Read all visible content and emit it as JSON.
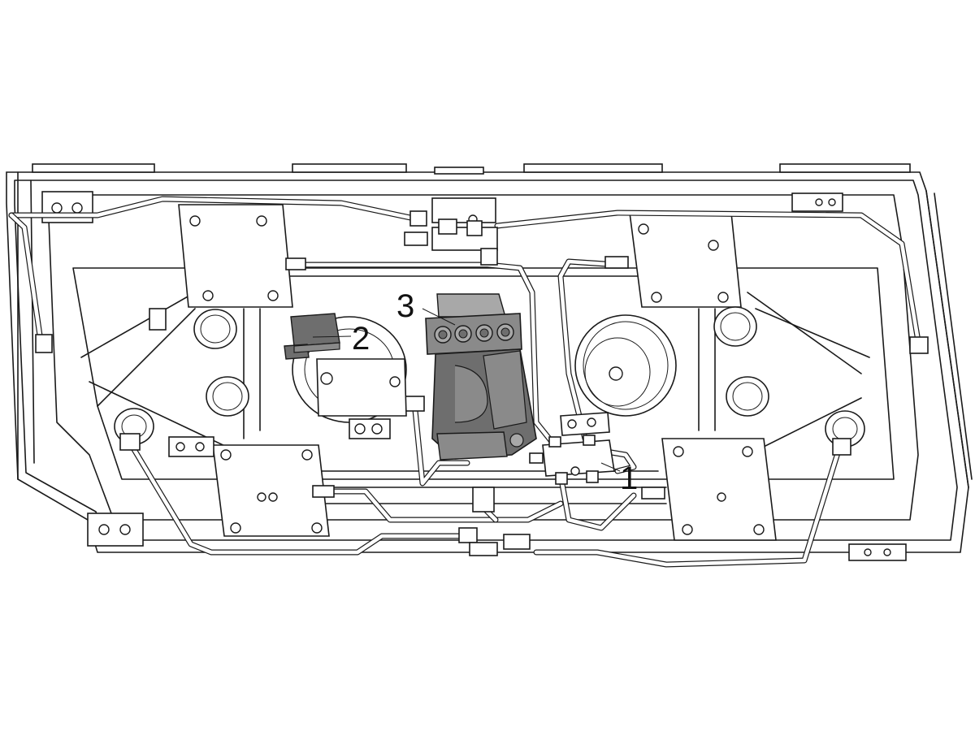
{
  "figure": {
    "callouts": [
      {
        "label": "1"
      },
      {
        "label": "2"
      },
      {
        "label": "3"
      }
    ],
    "colors": {
      "line": "#1a1a1a",
      "background": "#ffffff",
      "highlight_dark": "#6e6e6e",
      "highlight_mid": "#8a8a8a",
      "highlight_light": "#a8a8a8",
      "pipe_fill": "#d8d8d8"
    }
  }
}
